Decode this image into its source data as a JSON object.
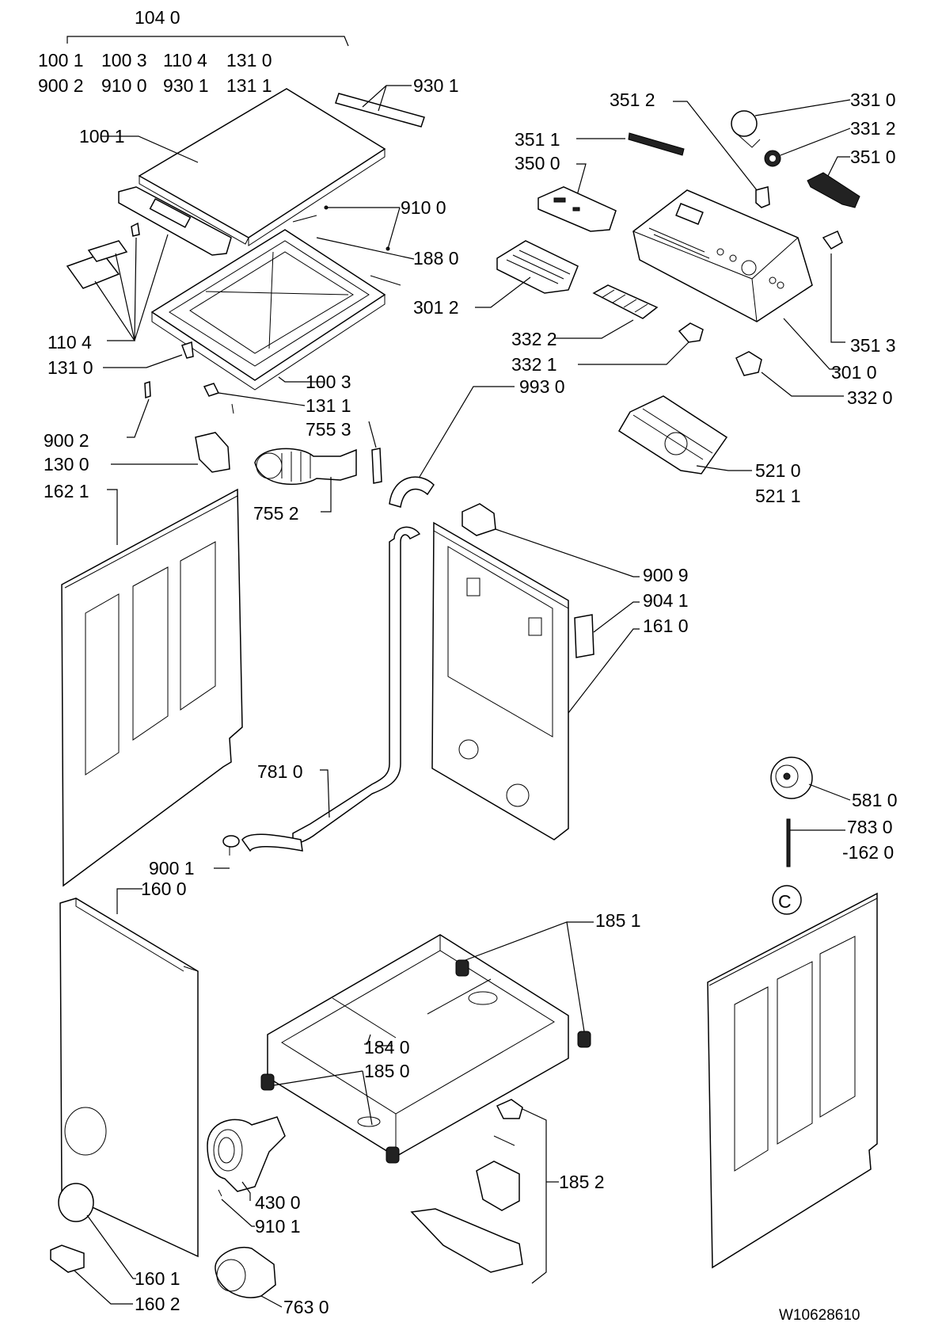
{
  "labels": {
    "l1040": "104 0",
    "l1001a": "100 1",
    "l1003a": "100 3",
    "l1104a": "110 4",
    "l1310a": "131 0",
    "l9002a": "900 2",
    "l9100a": "910 0",
    "l9301a": "930 1",
    "l1311a": "131 1",
    "l9301": "930 1",
    "l1001": "100 1",
    "l9100": "910 0",
    "l1880": "188 0",
    "l1104": "110 4",
    "l1310": "131 0",
    "l1003": "100 3",
    "l1311": "131 1",
    "l7553": "755 3",
    "l9002": "900 2",
    "l1300": "130 0",
    "l1621": "162 1",
    "l7552": "755 2",
    "l3512": "351 2",
    "l3511": "351 1",
    "l3500": "350 0",
    "l3012": "301 2",
    "l3322": "332 2",
    "l3321": "332 1",
    "l9930": "993 0",
    "l3310": "331 0",
    "l3312": "331 2",
    "l3510": "351 0",
    "l3513": "351 3",
    "l3010": "301 0",
    "l3320": "332 0",
    "l5210": "521 0",
    "l5211": "521 1",
    "l9009": "900 9",
    "l9041": "904 1",
    "l1610": "161 0",
    "l7810": "781 0",
    "l9001": "900 1",
    "l1600": "160 0",
    "l5810": "581 0",
    "l7830": "783 0",
    "l1620": "-162 0",
    "lC": "C",
    "l1851": "185 1",
    "l1840": "184 0",
    "l1850": "185 0",
    "l1852": "185 2",
    "l4300": "430 0",
    "l9101": "910 1",
    "l1601": "160 1",
    "l1602": "160 2",
    "l7630": "763 0",
    "docid": "W10628610"
  }
}
